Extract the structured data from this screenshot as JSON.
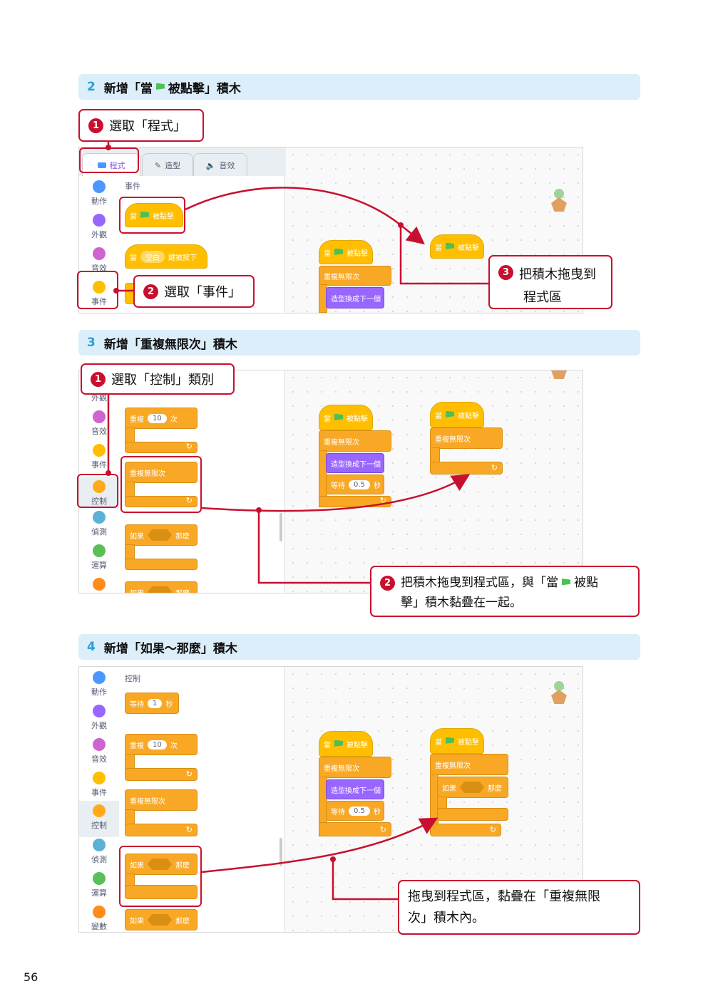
{
  "step2": {
    "number": "2",
    "title_a": "新增「當",
    "title_b": "被點擊」積木",
    "callout1": {
      "num": "1",
      "text": "選取「程式」"
    },
    "callout2": {
      "num": "2",
      "text": "選取「事件」"
    },
    "callout3": {
      "num": "3",
      "text_line1": "把積木拖曳到",
      "text_line2": "程式區"
    },
    "tabs": [
      "程式",
      "造型",
      "音效"
    ],
    "categories": [
      "動作",
      "外觀",
      "音效",
      "事件"
    ],
    "section_label": "事件",
    "blocks": {
      "when_flag_a": "當",
      "when_flag_b": "被點擊",
      "when_key_a": "當",
      "key_value": "空白",
      "when_key_b": "鍵被按下",
      "forever": "重複無限次",
      "next_costume": "造型換成下一個"
    }
  },
  "step3": {
    "number": "3",
    "title": "新增「重複無限次」積木",
    "callout1": {
      "num": "1",
      "text": "選取「控制」類別"
    },
    "callout2": {
      "num": "2",
      "text_line1_a": "把積木拖曳到程式區，與「當",
      "text_line1_b": "被點",
      "text_line2": "擊」積木黏疊在一起。"
    },
    "categories": [
      "外觀",
      "音效",
      "事件",
      "控制",
      "偵測",
      "運算"
    ],
    "blocks": {
      "repeat_a": "重複",
      "repeat_n": "10",
      "repeat_b": "次",
      "forever": "重複無限次",
      "if_a": "如果",
      "if_b": "那麼",
      "when_flag_a": "當",
      "when_flag_b": "被點擊",
      "next_costume": "造型換成下一個",
      "wait_a": "等待",
      "wait_n": "0.5",
      "wait_b": "秒"
    }
  },
  "step4": {
    "number": "4",
    "title": "新增「如果～那麼」積木",
    "callout": {
      "text_line1": "拖曳到程式區，黏疊在「重複無限",
      "text_line2": "次」積木內。"
    },
    "categories": [
      "動作",
      "外觀",
      "音效",
      "事件",
      "控制",
      "偵測",
      "運算",
      "變數"
    ],
    "section_label": "控制",
    "blocks": {
      "wait_a": "等待",
      "wait_n": "1",
      "wait_b": "秒",
      "repeat_a": "重複",
      "repeat_n": "10",
      "repeat_b": "次",
      "forever": "重複無限次",
      "if_a": "如果",
      "if_b": "那麼",
      "when_flag_a": "當",
      "when_flag_b": "被點擊",
      "next_costume": "造型換成下一個",
      "wait2_n": "0.5",
      "wait2_b": "秒"
    }
  },
  "colors": {
    "accent_red": "#c8102e",
    "header_bg": "#dbeef9",
    "step_num": "#2a9fd8",
    "control": "#f9a825",
    "events": "#ffbf00",
    "looks": "#9966ff",
    "motion": "#4c97ff",
    "sound": "#cf63cf",
    "sensing": "#5cb1d6",
    "operators": "#59c059",
    "variables": "#ff8c1a"
  },
  "page_number": "56"
}
